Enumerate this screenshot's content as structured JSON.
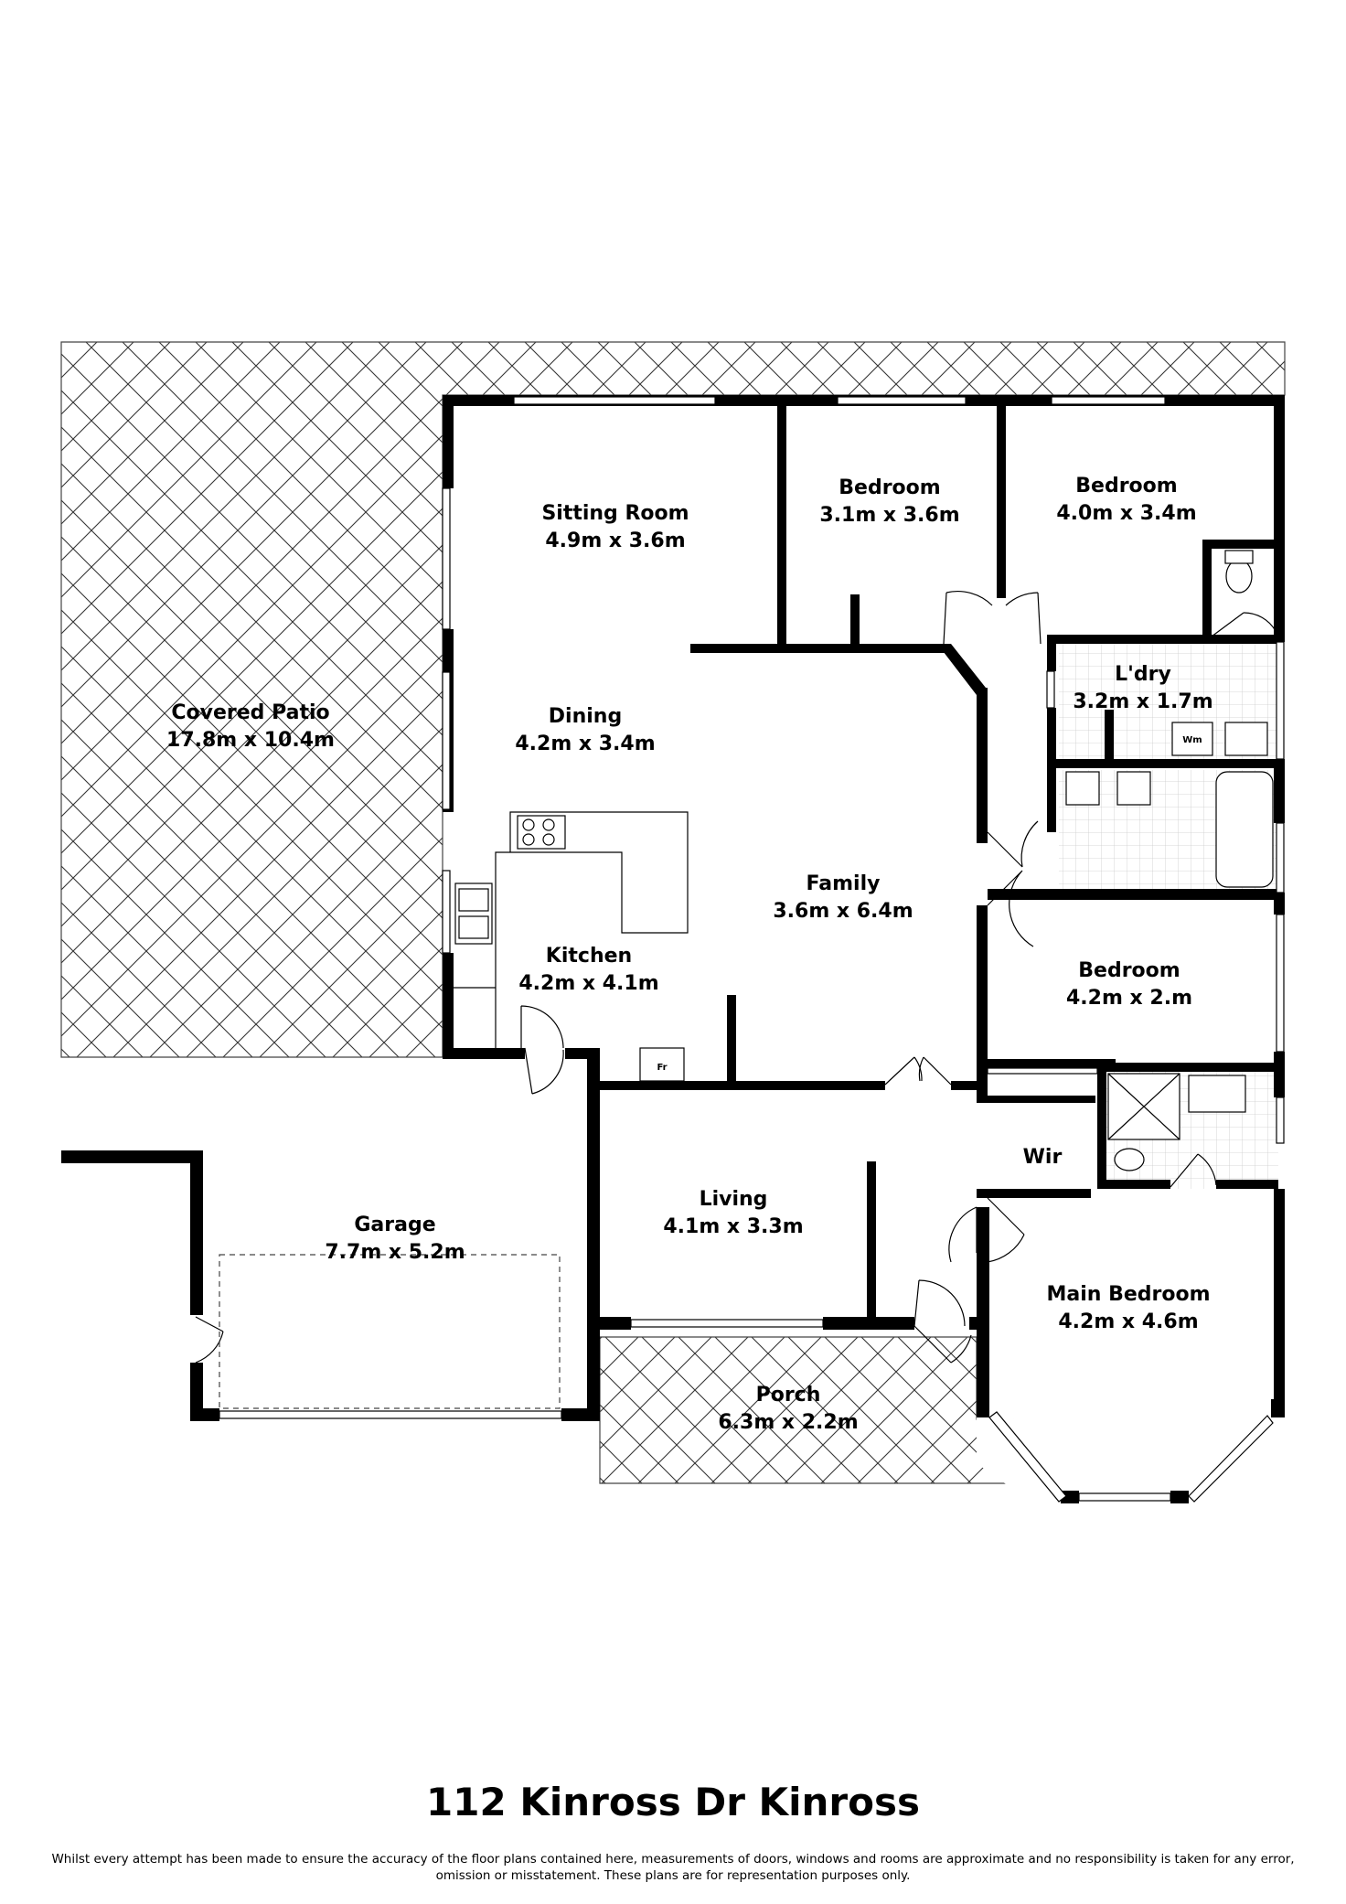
{
  "rooms": {
    "covered_patio": {
      "name": "Covered Patio",
      "dims": "17.8m x 10.4m"
    },
    "sitting_room": {
      "name": "Sitting Room",
      "dims": "4.9m x 3.6m"
    },
    "bedroom_a": {
      "name": "Bedroom",
      "dims": "3.1m x 3.6m"
    },
    "bedroom_b": {
      "name": "Bedroom",
      "dims": "4.0m x 3.4m"
    },
    "laundry": {
      "name": "L'dry",
      "dims": "3.2m x 1.7m"
    },
    "dining": {
      "name": "Dining",
      "dims": "4.2m x 3.4m"
    },
    "family": {
      "name": "Family",
      "dims": "3.6m x 6.4m"
    },
    "kitchen": {
      "name": "Kitchen",
      "dims": "4.2m x 4.1m"
    },
    "bedroom_c": {
      "name": "Bedroom",
      "dims": "4.2m x 2.m"
    },
    "wir": {
      "name": "Wir"
    },
    "garage": {
      "name": "Garage",
      "dims": "7.7m x 5.2m"
    },
    "living": {
      "name": "Living",
      "dims": "4.1m x 3.3m"
    },
    "main_bedroom": {
      "name": "Main Bedroom",
      "dims": "4.2m x 4.6m"
    },
    "porch": {
      "name": "Porch",
      "dims": "6.3m x 2.2m"
    }
  },
  "fixtures": {
    "fridge": "Fr",
    "washing_machine": "Wm"
  },
  "address": "112 Kinross Dr Kinross",
  "disclaimer": "Whilst every attempt has been made to ensure the accuracy of the floor plans contained here, measurements of doors, windows and rooms are approximate and no responsibility is taken for any error, omission or misstatement. These plans are for representation purposes only."
}
